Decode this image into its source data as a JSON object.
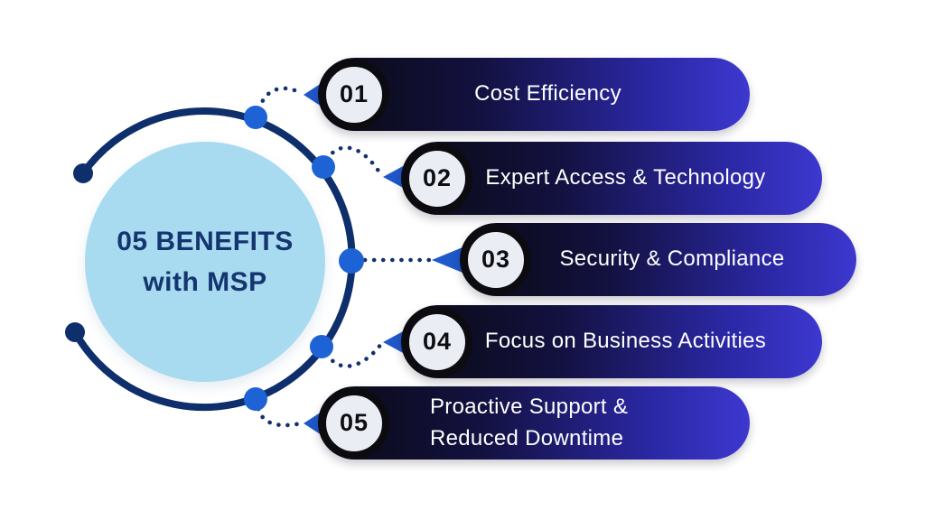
{
  "title": {
    "line1": "05 BENEFITS",
    "line2": "with MSP"
  },
  "items": [
    {
      "number": "01",
      "label": "Cost Efficiency"
    },
    {
      "number": "02",
      "label": "Expert Access & Technology"
    },
    {
      "number": "03",
      "label": "Security & Compliance"
    },
    {
      "number": "04",
      "label": "Focus on Business Activities"
    },
    {
      "number": "05",
      "label": "Proactive Support &\nReduced Downtime"
    }
  ],
  "colors": {
    "background": "#ffffff",
    "pill_gradient_start": "#0a0a12",
    "pill_gradient_end": "#3d38cf",
    "badge_ring": "#0b0b10",
    "badge_fill": "#eaeef4",
    "badge_number": "#0d0d12",
    "label_text": "#ffffff",
    "center_circle_fill": "#a8daf0",
    "center_text": "#14356f",
    "arc_navy": "#0e2f6b",
    "connector_node_blue": "#1e63d6",
    "arrow_blue": "#1f58c9"
  }
}
